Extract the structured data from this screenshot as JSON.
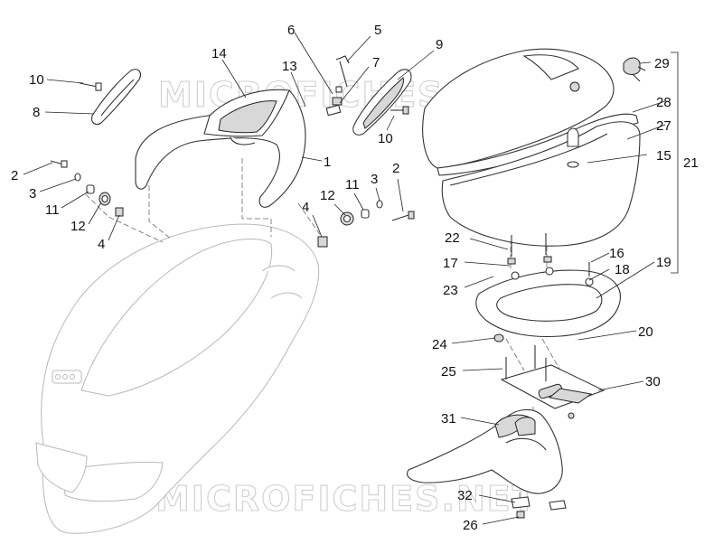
{
  "watermarks": [
    "MICROFICHES.NET",
    "MICROFICHES.NET"
  ],
  "callouts": {
    "n1": "1",
    "n2a": "2",
    "n2b": "2",
    "n3a": "3",
    "n3b": "3",
    "n4a": "4",
    "n4b": "4",
    "n5": "5",
    "n6": "6",
    "n7": "7",
    "n8": "8",
    "n9": "9",
    "n10a": "10",
    "n10b": "10",
    "n11a": "11",
    "n11b": "11",
    "n12a": "12",
    "n12b": "12",
    "n13": "13",
    "n14": "14",
    "n15": "15",
    "n16": "16",
    "n17": "17",
    "n18": "18",
    "n19": "19",
    "n20": "20",
    "n21": "21",
    "n22": "22",
    "n23": "23",
    "n24": "24",
    "n25": "25",
    "n26": "26",
    "n27": "27",
    "n28": "28",
    "n29": "29",
    "n30": "30",
    "n31": "31",
    "n32": "32"
  }
}
